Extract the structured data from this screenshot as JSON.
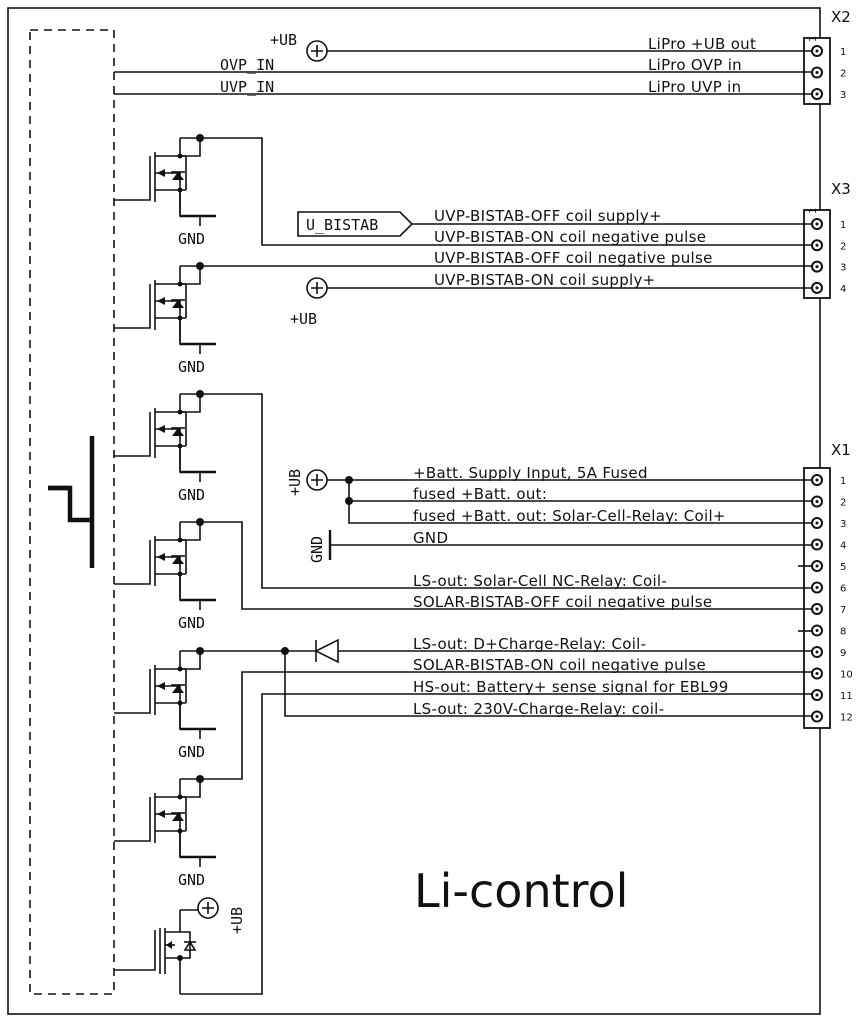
{
  "title": "Li-control",
  "connectors": {
    "x2": {
      "name": "X2",
      "pin_numbers": [
        "1",
        "2",
        "3"
      ],
      "signals": [
        "LiPro +UB out",
        "LiPro OVP in",
        "LiPro UVP in"
      ]
    },
    "x3": {
      "name": "X3",
      "pin_numbers": [
        "1",
        "2",
        "3",
        "4"
      ],
      "signals": [
        "UVP-BISTAB-OFF coil supply+",
        "UVP-BISTAB-ON coil negative pulse",
        "UVP-BISTAB-OFF coil negative pulse",
        "UVP-BISTAB-ON coil supply+"
      ]
    },
    "x1": {
      "name": "X1",
      "pin_numbers": [
        "1",
        "2",
        "3",
        "4",
        "5",
        "6",
        "7",
        "8",
        "9",
        "10",
        "11",
        "12"
      ],
      "signals": [
        "+Batt. Supply Input, 5A Fused",
        "fused +Batt. out:",
        "fused +Batt. out: Solar-Cell-Relay: Coil+",
        "GND",
        "",
        "LS-out: Solar-Cell NC-Relay: Coil-",
        "SOLAR-BISTAB-OFF coil negative pulse",
        "",
        "LS-out: D+Charge-Relay: Coil-",
        "SOLAR-BISTAB-ON coil negative pulse",
        "HS-out: Battery+ sense signal for EBL99",
        "LS-out: 230V-Charge-Relay: coil-"
      ]
    }
  },
  "nets": {
    "ovp_in": "OVP_IN",
    "uvp_in": "UVP_IN",
    "u_bistab": "U_BISTAB",
    "plus_ub": "+UB",
    "gnd": "GND"
  }
}
